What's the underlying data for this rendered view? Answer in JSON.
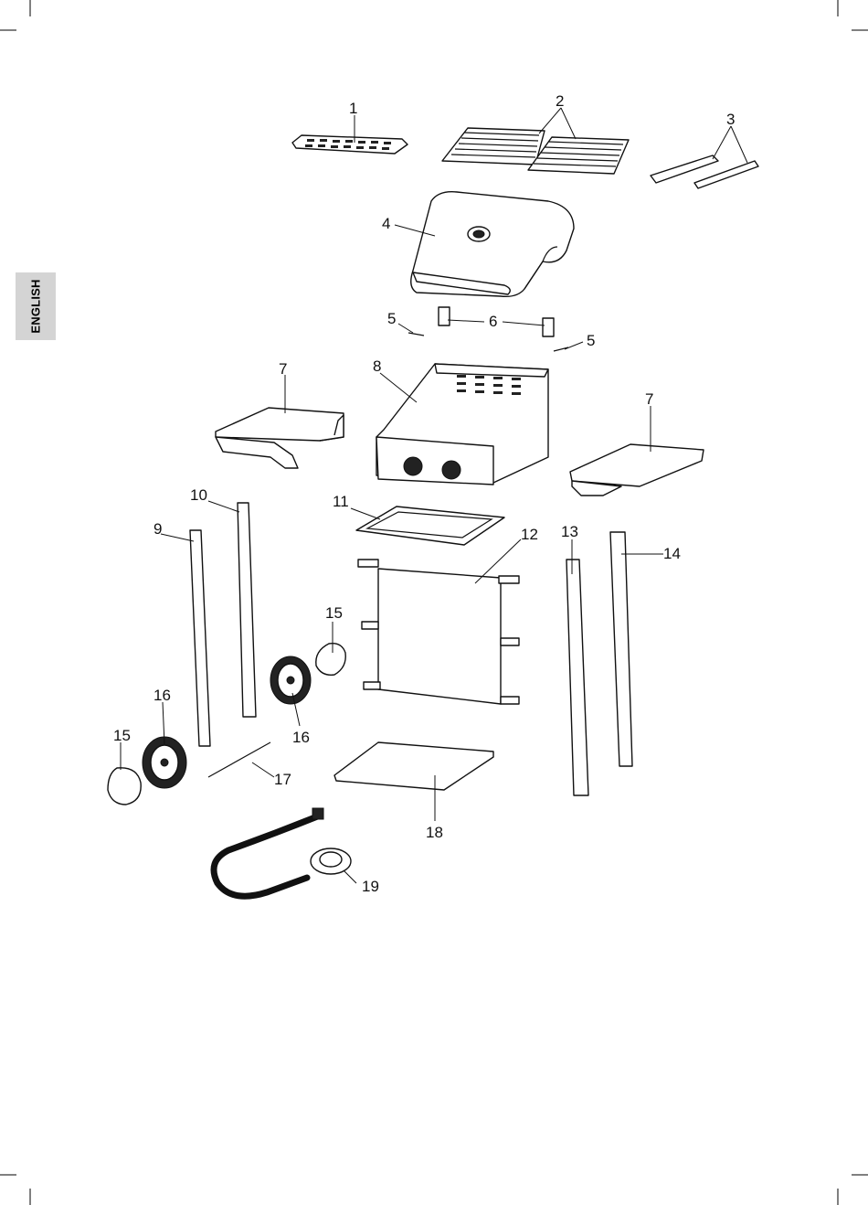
{
  "language_tab": "ENGLISH",
  "callouts": {
    "c1": "1",
    "c2": "2",
    "c3": "3",
    "c4": "4",
    "c5a": "5",
    "c5b": "5",
    "c6": "6",
    "c7a": "7",
    "c7b": "7",
    "c8": "8",
    "c9": "9",
    "c10": "10",
    "c11": "11",
    "c12": "12",
    "c13": "13",
    "c14": "14",
    "c15a": "15",
    "c15b": "15",
    "c16a": "16",
    "c16b": "16",
    "c17": "17",
    "c18": "18",
    "c19": "19"
  }
}
